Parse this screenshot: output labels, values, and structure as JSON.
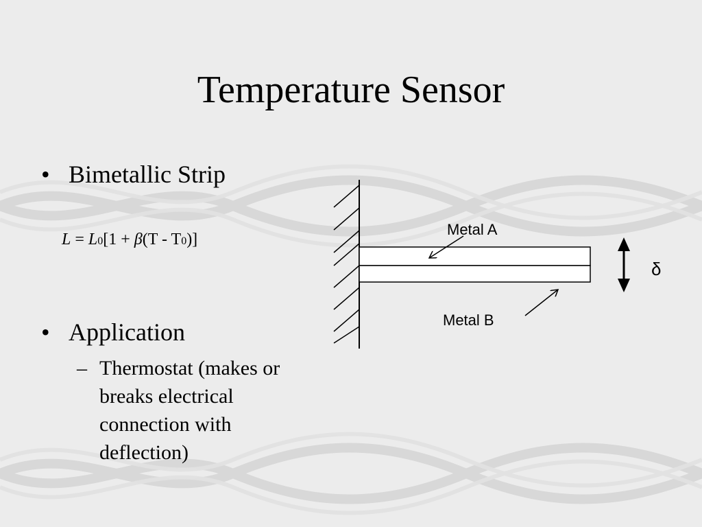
{
  "slide": {
    "title": "Temperature Sensor",
    "bullets": [
      {
        "marker": "•",
        "text": "Bimetallic Strip"
      },
      {
        "marker": "•",
        "text": "Application"
      }
    ],
    "sub_bullet": {
      "marker": "–",
      "text": "Thermostat (makes or breaks electrical connection with deflection)"
    },
    "formula": {
      "lhs": "L",
      "equals": " = ",
      "l0": "L",
      "l0_sub": "0",
      "open": "[1 + ",
      "beta": "β",
      "paren": "(T - T",
      "t0_sub": "0",
      "close": ")]"
    }
  },
  "diagram": {
    "labels": {
      "metal_a": "Metal A",
      "metal_b": "Metal B",
      "deflection": "δ"
    }
  },
  "colors": {
    "background": "#ececec",
    "pattern": "#cfcfcf",
    "ink": "#000000"
  }
}
